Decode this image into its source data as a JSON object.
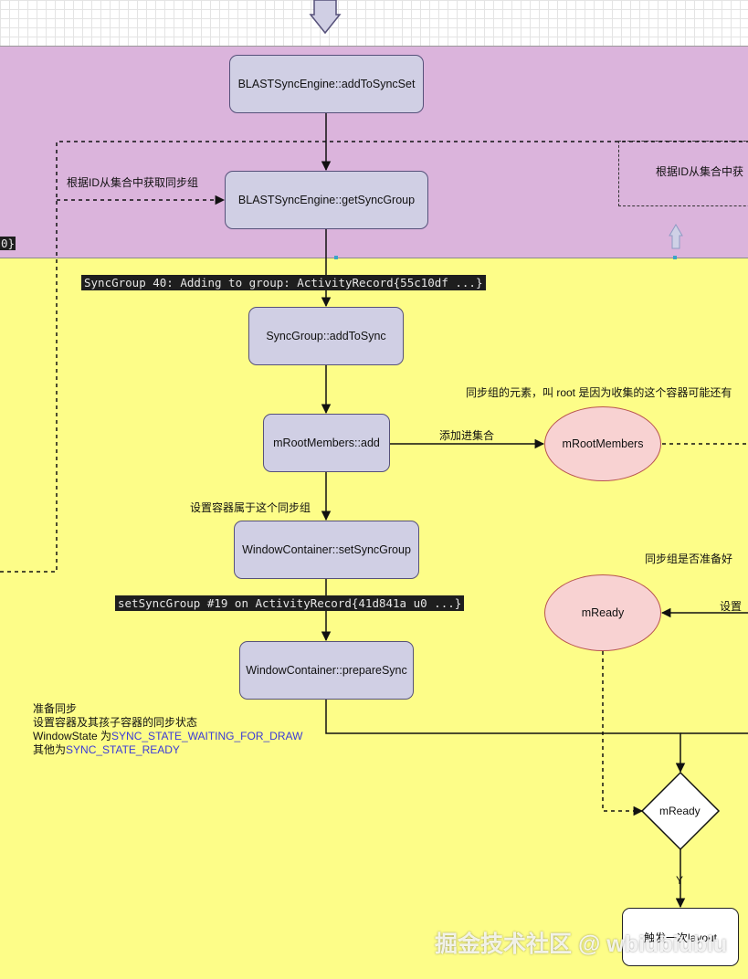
{
  "nodes": {
    "add_to_sync_set": "BLASTSyncEngine::addToSyncSet",
    "get_sync_group": "BLASTSyncEngine::getSyncGroup",
    "sync_group_add_to_sync": "SyncGroup::addToSync",
    "root_members_add": "mRootMembers::add",
    "root_members": "mRootMembers",
    "set_sync_group": "WindowContainer::setSyncGroup",
    "prepare_sync": "WindowContainer::prepareSync",
    "ready_ellipse": "mReady",
    "ready_decision": "mReady",
    "final_box": "触发一次layout"
  },
  "labels": {
    "get_group_by_id": "根据ID从集合中获取同步组",
    "get_group_by_id_right": "根据ID从集合中获",
    "left_edge_fragment": "0}",
    "add_to_set": "添加进集合",
    "root_members_note": "同步组的元素，叫 root 是因为收集的这个容器可能还有",
    "set_container_group": "设置容器属于这个同步组",
    "ready_note": "同步组是否准备好",
    "set_right_fragment": "设置",
    "yes": "Y"
  },
  "logs": {
    "sync_group_log": "SyncGroup 40: Adding to group: ActivityRecord{55c10df ...}",
    "set_sync_group_log": "setSyncGroup #19 on ActivityRecord{41d841a u0 ...}"
  },
  "note": {
    "line1": "准备同步",
    "line2": "设置容器及其孩子容器的同步状态",
    "line3_prefix": "WindowState 为",
    "line3_state": "SYNC_STATE_WAITING_FOR_DRAW",
    "line4_prefix": "其他为",
    "line4_state": "SYNC_STATE_READY"
  },
  "watermark": "掘金技术社区 @ wbiubiubiu",
  "colors": {
    "purple_band": "#dbb4dc",
    "yellow_band": "#fdfd88",
    "node_fill": "#d0cfe4",
    "ellipse_fill": "#f8d2d2",
    "note_blue": "#3a3ad8"
  }
}
